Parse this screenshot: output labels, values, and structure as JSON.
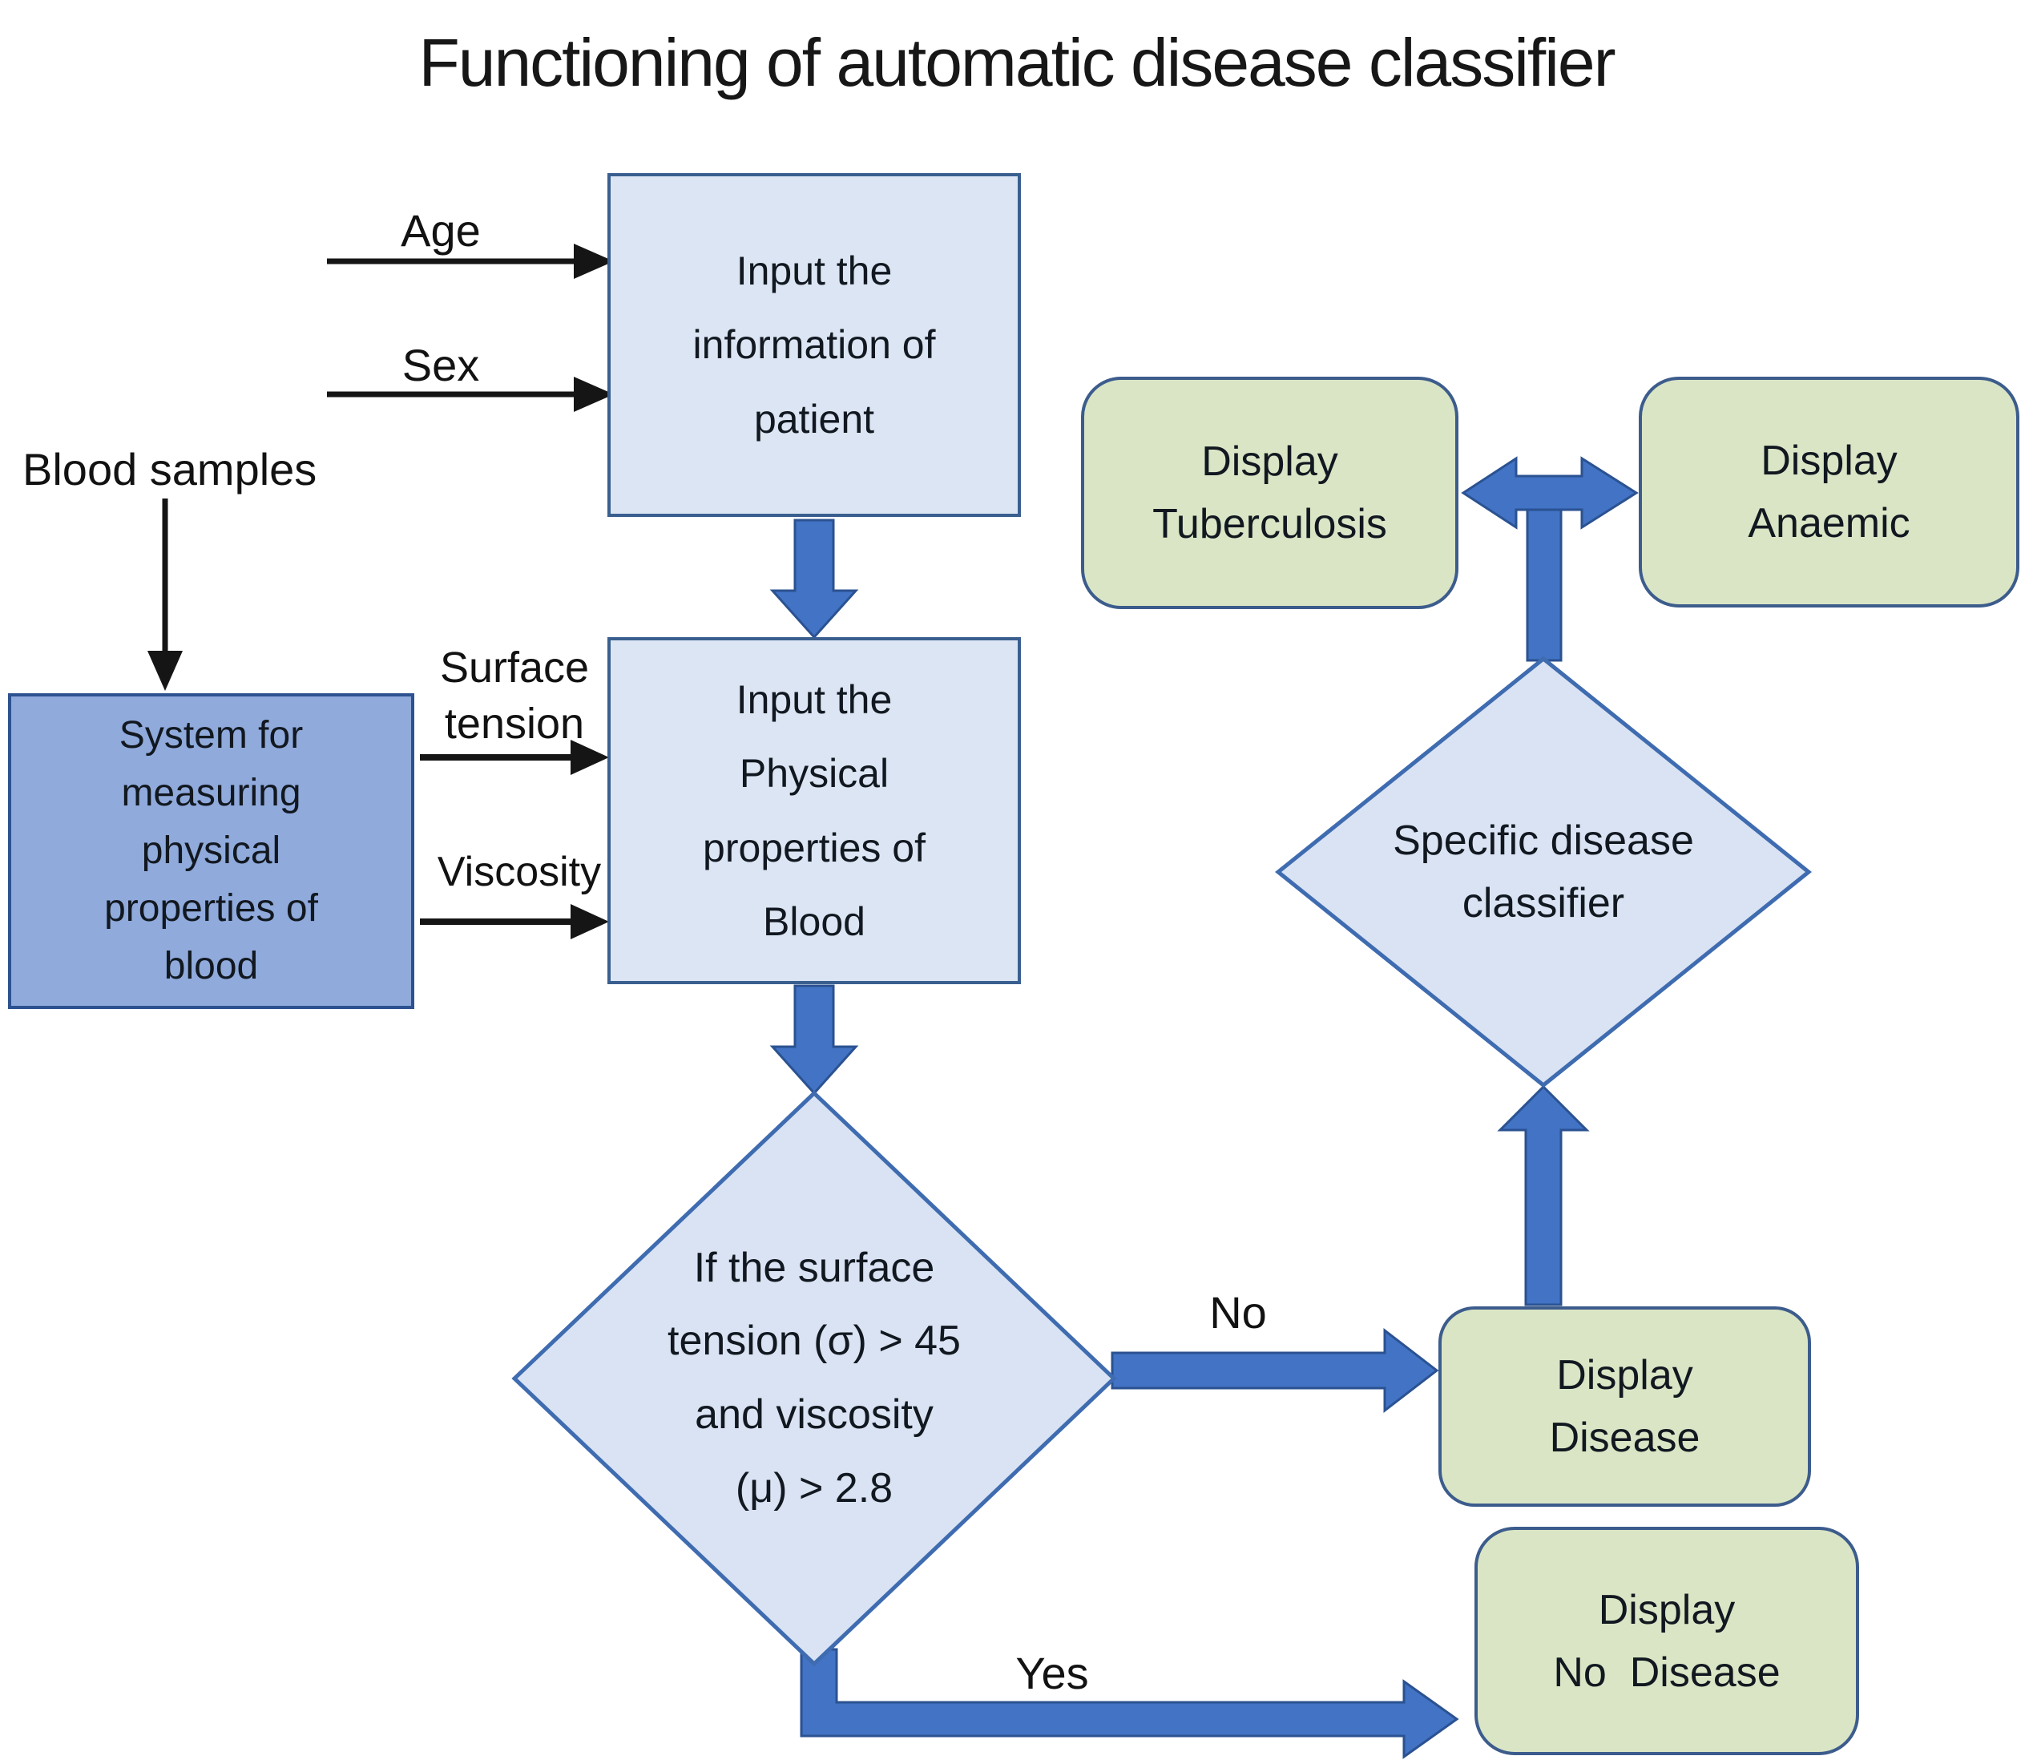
{
  "title": "Functioning of automatic disease classifier",
  "labels": {
    "age": "Age",
    "sex": "Sex",
    "blood_samples": "Blood samples",
    "surface_tension": "Surface tension",
    "viscosity": "Viscosity",
    "no": "No",
    "yes": "Yes"
  },
  "nodes": {
    "input_patient_info": {
      "type": "process",
      "text": "Input the\ninformation of\npatient"
    },
    "measuring_system": {
      "type": "process",
      "text": "System for\nmeasuring\nphysical\nproperties of\nblood"
    },
    "input_blood_properties": {
      "type": "process",
      "text": "Input the\nPhysical\nproperties of\nBlood"
    },
    "threshold_decision": {
      "type": "decision",
      "text": "If the surface\ntension (σ) > 45\nand viscosity\n(μ) > 2.8"
    },
    "specific_classifier": {
      "type": "decision",
      "text": "Specific disease\nclassifier"
    },
    "display_disease": {
      "type": "terminal",
      "text": "Display\nDisease"
    },
    "display_no_disease": {
      "type": "terminal",
      "text": "Display\nNo  Disease"
    },
    "display_tuberculosis": {
      "type": "terminal",
      "text": "Display\nTuberculosis"
    },
    "display_anaemic": {
      "type": "terminal",
      "text": "Display\nAnaemic"
    }
  },
  "edges": [
    {
      "from": "age_input",
      "to": "input_patient_info",
      "label": "Age"
    },
    {
      "from": "sex_input",
      "to": "input_patient_info",
      "label": "Sex"
    },
    {
      "from": "blood_samples",
      "to": "measuring_system",
      "label": "Blood samples"
    },
    {
      "from": "measuring_system",
      "to": "input_blood_properties",
      "label": "Surface tension"
    },
    {
      "from": "measuring_system",
      "to": "input_blood_properties",
      "label": "Viscosity"
    },
    {
      "from": "input_patient_info",
      "to": "input_blood_properties",
      "label": ""
    },
    {
      "from": "input_blood_properties",
      "to": "threshold_decision",
      "label": ""
    },
    {
      "from": "threshold_decision",
      "to": "display_disease",
      "label": "No"
    },
    {
      "from": "threshold_decision",
      "to": "display_no_disease",
      "label": "Yes"
    },
    {
      "from": "display_disease",
      "to": "specific_classifier",
      "label": ""
    },
    {
      "from": "specific_classifier",
      "to": "display_tuberculosis",
      "label": ""
    },
    {
      "from": "specific_classifier",
      "to": "display_anaemic",
      "label": ""
    }
  ],
  "colors": {
    "background": "#ffffff",
    "process_fill": "#dbe5f3",
    "process_border": "#3a5f8f",
    "system_fill": "#8faadb",
    "decision_fill": "#d9e3f3",
    "decision_border": "#3f6cb0",
    "terminal_fill": "#d9e5c5",
    "terminal_border": "#3c5c8c",
    "thick_arrow_fill": "#4273c5",
    "thick_arrow_border": "#2b5291",
    "thin_arrow": "#151515",
    "text": "#161c24"
  }
}
